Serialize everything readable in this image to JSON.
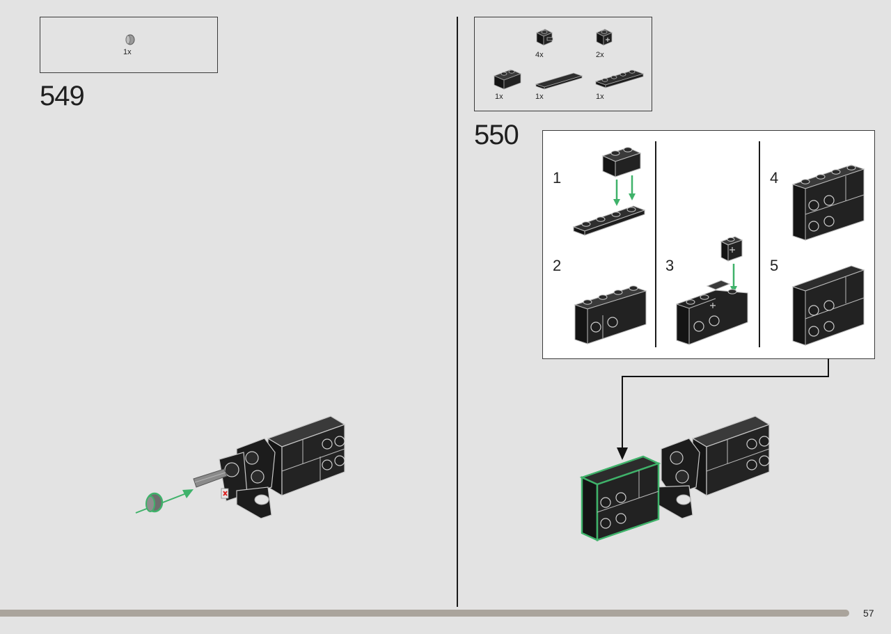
{
  "left_page": {
    "parts": [
      {
        "name": "bush",
        "qty": "1x"
      }
    ],
    "step_number": "549"
  },
  "right_page": {
    "parts": [
      {
        "name": "brick-1x1-pin",
        "qty": "4x"
      },
      {
        "name": "brick-1x1-axle-hole",
        "qty": "2x"
      },
      {
        "name": "brick-1x2",
        "qty": "1x"
      },
      {
        "name": "tile-1x4",
        "qty": "1x"
      },
      {
        "name": "plate-1x4",
        "qty": "1x"
      }
    ],
    "step_number": "550",
    "substeps": [
      "1",
      "2",
      "3",
      "4",
      "5"
    ]
  },
  "page_number": "57",
  "colors": {
    "background": "#e3e3e3",
    "brick": "#1e1e1e",
    "arrow": "#3fb26a",
    "footer": "#aaa49c"
  }
}
